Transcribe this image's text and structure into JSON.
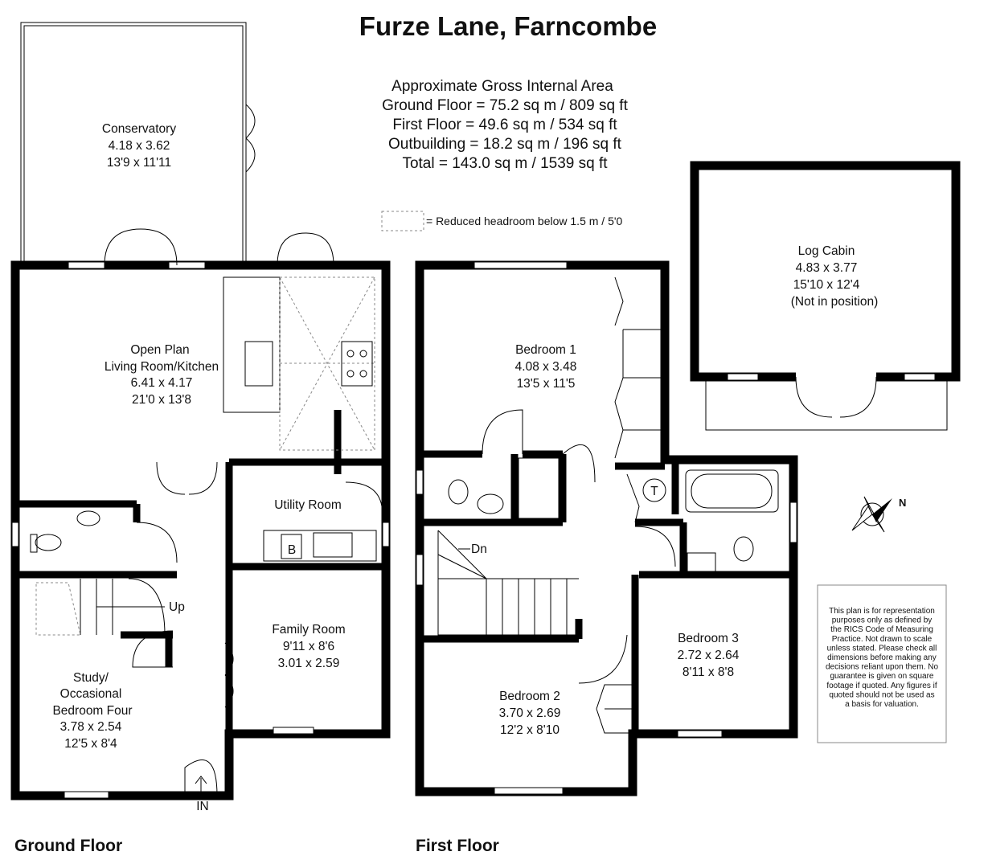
{
  "title": "Furze Lane, Farncombe",
  "area": {
    "heading": "Approximate Gross Internal Area",
    "ground": "Ground Floor = 75.2 sq m / 809 sq ft",
    "first": "First Floor = 49.6 sq m / 534 sq ft",
    "outbuilding": "Outbuilding = 18.2 sq m / 196 sq ft",
    "total": "Total = 143.0 sq m / 1539 sq ft"
  },
  "legend": "=  Reduced headroom below 1.5 m / 5'0",
  "floors": {
    "ground": "Ground Floor",
    "first": "First Floor"
  },
  "rooms": {
    "conservatory": [
      "Conservatory",
      "4.18 x 3.62",
      "13'9 x 11'11"
    ],
    "living": [
      "Open Plan",
      "Living Room/Kitchen",
      "6.41 x 4.17",
      "21'0 x 13'8"
    ],
    "utility": [
      "Utility Room"
    ],
    "family": [
      "Family Room",
      "9'11 x 8'6",
      "3.01 x 2.59"
    ],
    "study": [
      "Study/",
      "Occasional",
      "Bedroom Four",
      "3.78 x 2.54",
      "12'5 x 8'4"
    ],
    "bedroom1": [
      "Bedroom 1",
      "4.08 x 3.48",
      "13'5 x 11'5"
    ],
    "bedroom2": [
      "Bedroom 2",
      "3.70 x 2.69",
      "12'2 x 8'10"
    ],
    "bedroom3": [
      "Bedroom 3",
      "2.72 x 2.64",
      "8'11 x 8'8"
    ],
    "logcabin": [
      "Log Cabin",
      "4.83 x 3.77",
      "15'10 x 12'4",
      "(Not in position)"
    ]
  },
  "labels": {
    "up": "Up",
    "dn": "Dn",
    "in": "IN",
    "boiler": "B",
    "tank": "T",
    "north": "N"
  },
  "disclaimer": [
    "This plan is for representation",
    "purposes only as defined by",
    "the RICS Code of Measuring",
    "Practice. Not drawn to scale",
    "unless stated. Please check all",
    "dimensions before making any",
    "decisions reliant upon them. No",
    "guarantee is given on square",
    "footage if quoted. Any figures if",
    "quoted should not be used as",
    "a basis for valuation."
  ]
}
